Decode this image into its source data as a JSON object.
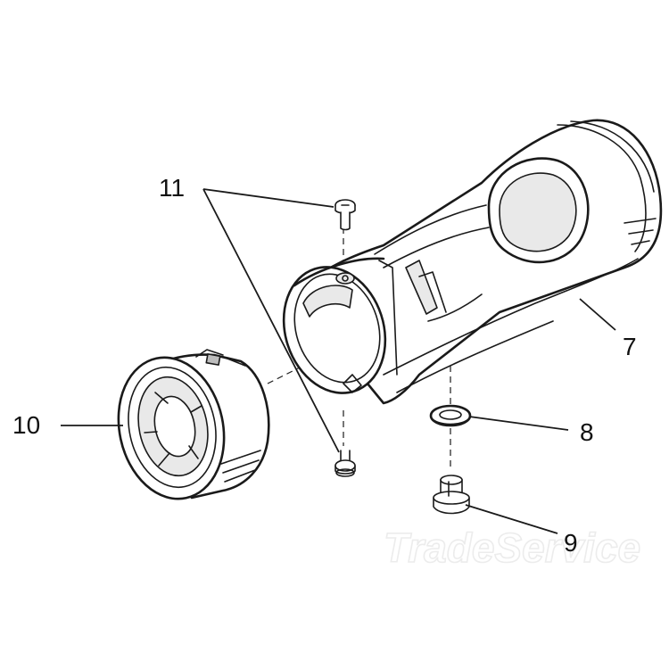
{
  "diagram": {
    "callouts": {
      "housing": "7",
      "washer": "8",
      "bushing": "9",
      "nose_ring": "10",
      "screws": "11"
    },
    "watermark": "TradeService"
  }
}
